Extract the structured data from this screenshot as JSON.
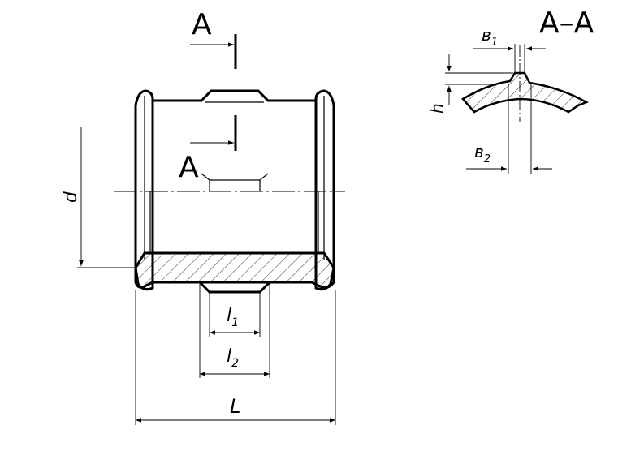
{
  "drawing": {
    "section_marker": "A",
    "section_title": "A–A",
    "labels": {
      "d": "d",
      "h": "h",
      "l1_base": "l",
      "l1_sub": "1",
      "l2_base": "l",
      "l2_sub": "2",
      "L": "L",
      "b1_base": "в",
      "b1_sub": "1",
      "b2_base": "в",
      "b2_sub": "2"
    }
  }
}
